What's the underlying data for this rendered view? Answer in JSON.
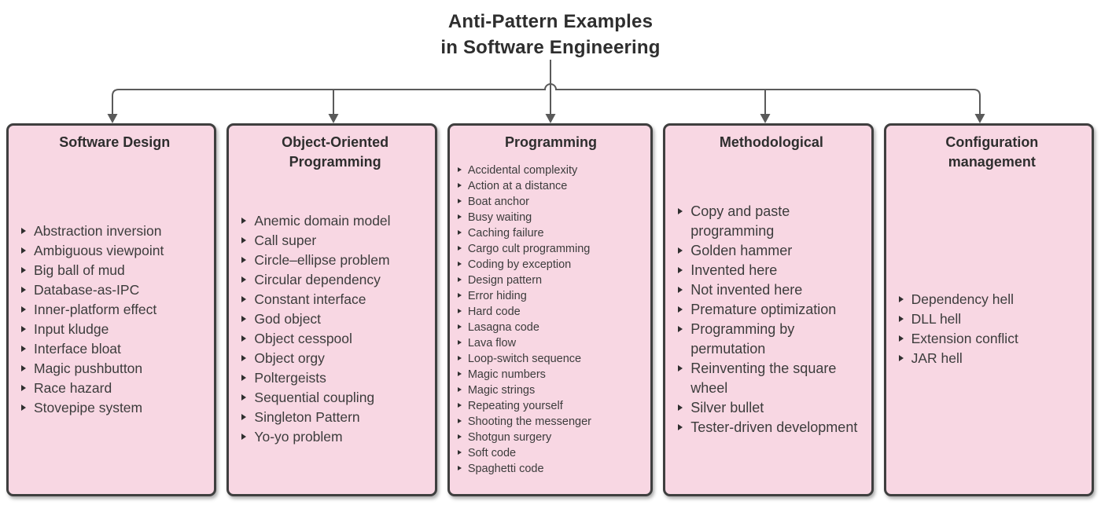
{
  "page": {
    "title": "Anti-Pattern Examples\nin Software Engineering"
  },
  "icons": {
    "bullet": "triangle-right",
    "arrowhead": "triangle-down"
  },
  "colors": {
    "box_fill": "#f8d7e3",
    "box_border": "#3f3f3f",
    "connector": "#5a5a5a",
    "title_text": "#2e2e2e",
    "item_text": "#3c3c3c"
  },
  "boxes": [
    {
      "id": "software-design",
      "title": "Software Design",
      "items": [
        "Abstraction inversion",
        "Ambiguous viewpoint",
        "Big ball of mud",
        "Database-as-IPC",
        "Inner-platform effect",
        "Input kludge",
        "Interface bloat",
        "Magic pushbutton",
        "Race hazard",
        "Stovepipe system"
      ]
    },
    {
      "id": "object-oriented-programming",
      "title": "Object-Oriented Programming",
      "items": [
        "Anemic domain model",
        "Call super",
        "Circle–ellipse problem",
        "Circular dependency",
        "Constant interface",
        "God object",
        "Object cesspool",
        "Object orgy",
        "Poltergeists",
        "Sequential coupling",
        "Singleton Pattern",
        "Yo-yo problem"
      ]
    },
    {
      "id": "programming",
      "title": "Programming",
      "items": [
        "Accidental complexity",
        "Action at a distance",
        "Boat anchor",
        "Busy waiting",
        "Caching failure",
        "Cargo cult programming",
        "Coding by exception",
        "Design pattern",
        "Error hiding",
        "Hard code",
        "Lasagna code",
        "Lava flow",
        "Loop-switch sequence",
        "Magic numbers",
        "Magic strings",
        "Repeating yourself",
        "Shooting the messenger",
        "Shotgun surgery",
        "Soft code",
        "Spaghetti code"
      ]
    },
    {
      "id": "methodological",
      "title": "Methodological",
      "items": [
        "Copy and paste programming",
        "Golden hammer",
        "Invented here",
        "Not invented here",
        "Premature optimization",
        "Programming by permutation",
        "Reinventing the square wheel",
        "Silver bullet",
        "Tester-driven development"
      ]
    },
    {
      "id": "configuration-management",
      "title": "Configuration management",
      "items": [
        "Dependency hell",
        "DLL hell",
        "Extension conflict",
        "JAR hell"
      ]
    }
  ]
}
